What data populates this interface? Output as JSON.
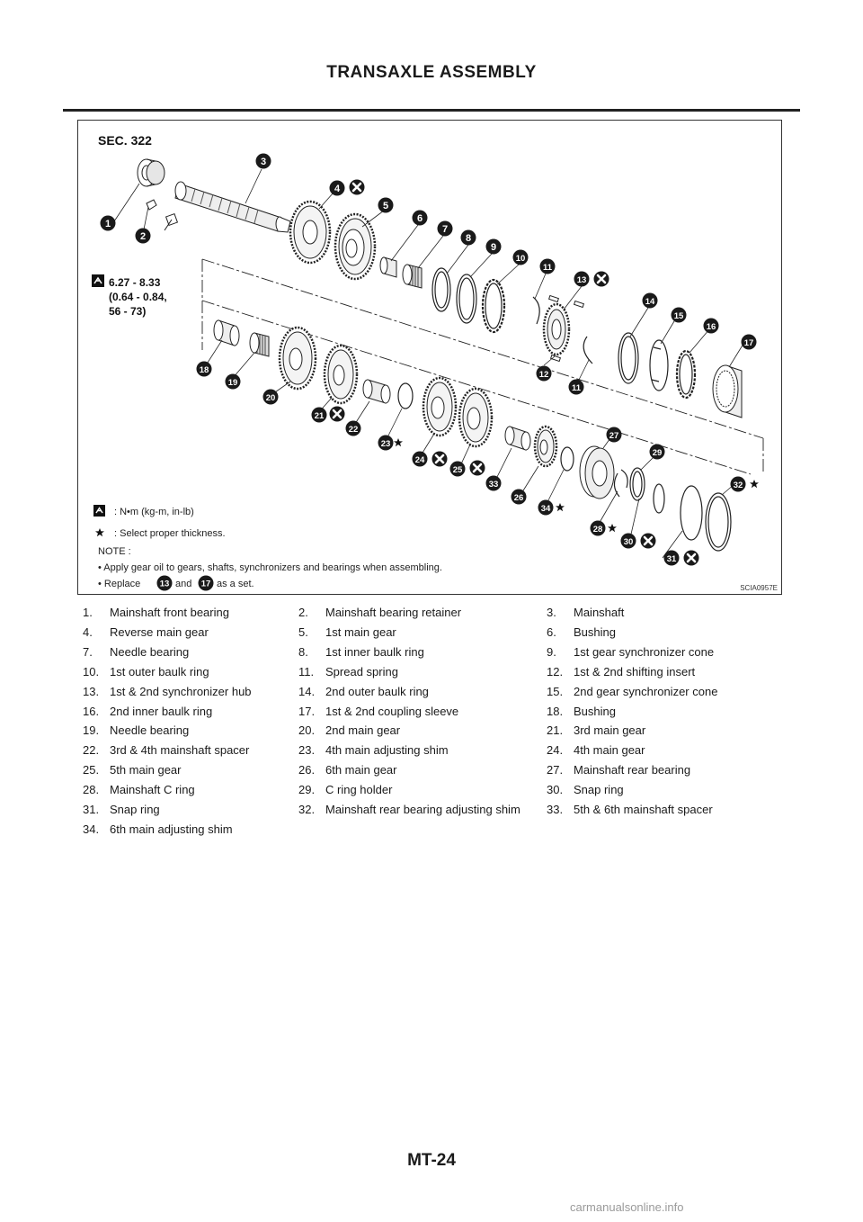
{
  "header": {
    "title": "TRANSAXLE ASSEMBLY"
  },
  "figure": {
    "section": "SEC. 322",
    "torque": {
      "line1": "6.27 - 8.33",
      "line2": "(0.64 - 0.84,",
      "line3": "56 - 73)"
    },
    "legend": {
      "torque_unit": ": N•m (kg-m, in-lb)",
      "thickness": ": Select proper thickness.",
      "note_title": "NOTE :",
      "note1": "• Apply gear oil to gears, shafts, synchronizers and bearings when assembling.",
      "note2_prefix": "• Replace",
      "note2_a": "13",
      "note2_and": "and",
      "note2_b": "17",
      "note2_suffix": "as a set."
    },
    "ref": "SCIA0957E",
    "callouts": [
      "1",
      "2",
      "3",
      "4",
      "5",
      "6",
      "7",
      "8",
      "9",
      "10",
      "11",
      "12",
      "13",
      "14",
      "15",
      "16",
      "17",
      "18",
      "19",
      "20",
      "21",
      "22",
      "23",
      "24",
      "25",
      "26",
      "27",
      "28",
      "29",
      "30",
      "31",
      "32",
      "33",
      "34",
      "11"
    ],
    "icons": {
      "torque": "torque-wrench-icon",
      "star": "star-icon",
      "no_reuse": "do-not-reuse-icon"
    }
  },
  "parts": [
    [
      {
        "n": "1.",
        "t": "Mainshaft front bearing"
      },
      {
        "n": "2.",
        "t": "Mainshaft bearing retainer"
      },
      {
        "n": "3.",
        "t": "Mainshaft"
      }
    ],
    [
      {
        "n": "4.",
        "t": "Reverse main gear"
      },
      {
        "n": "5.",
        "t": "1st main gear"
      },
      {
        "n": "6.",
        "t": "Bushing"
      }
    ],
    [
      {
        "n": "7.",
        "t": "Needle bearing"
      },
      {
        "n": "8.",
        "t": "1st inner baulk ring"
      },
      {
        "n": "9.",
        "t": "1st gear synchronizer cone"
      }
    ],
    [
      {
        "n": "10.",
        "t": "1st outer baulk ring"
      },
      {
        "n": "11.",
        "t": "Spread spring"
      },
      {
        "n": "12.",
        "t": "1st & 2nd shifting insert"
      }
    ],
    [
      {
        "n": "13.",
        "t": "1st & 2nd synchronizer hub"
      },
      {
        "n": "14.",
        "t": "2nd outer baulk ring"
      },
      {
        "n": "15.",
        "t": "2nd gear synchronizer cone"
      }
    ],
    [
      {
        "n": "16.",
        "t": "2nd inner baulk ring"
      },
      {
        "n": "17.",
        "t": "1st & 2nd coupling sleeve"
      },
      {
        "n": "18.",
        "t": "Bushing"
      }
    ],
    [
      {
        "n": "19.",
        "t": "Needle bearing"
      },
      {
        "n": "20.",
        "t": "2nd main gear"
      },
      {
        "n": "21.",
        "t": "3rd main gear"
      }
    ],
    [
      {
        "n": "22.",
        "t": "3rd & 4th mainshaft spacer"
      },
      {
        "n": "23.",
        "t": "4th main adjusting shim"
      },
      {
        "n": "24.",
        "t": "4th main gear"
      }
    ],
    [
      {
        "n": "25.",
        "t": "5th main gear"
      },
      {
        "n": "26.",
        "t": "6th main gear"
      },
      {
        "n": "27.",
        "t": "Mainshaft rear bearing"
      }
    ],
    [
      {
        "n": "28.",
        "t": "Mainshaft C ring"
      },
      {
        "n": "29.",
        "t": "C ring holder"
      },
      {
        "n": "30.",
        "t": "Snap ring"
      }
    ],
    [
      {
        "n": "31.",
        "t": "Snap ring"
      },
      {
        "n": "32.",
        "t": "Mainshaft rear bearing adjusting shim"
      },
      {
        "n": "33.",
        "t": "5th & 6th mainshaft spacer"
      }
    ],
    [
      {
        "n": "34.",
        "t": "6th main adjusting shim"
      },
      null,
      null
    ]
  ],
  "footer": {
    "page": "MT-24",
    "watermark": "carmanualsonline.info"
  }
}
